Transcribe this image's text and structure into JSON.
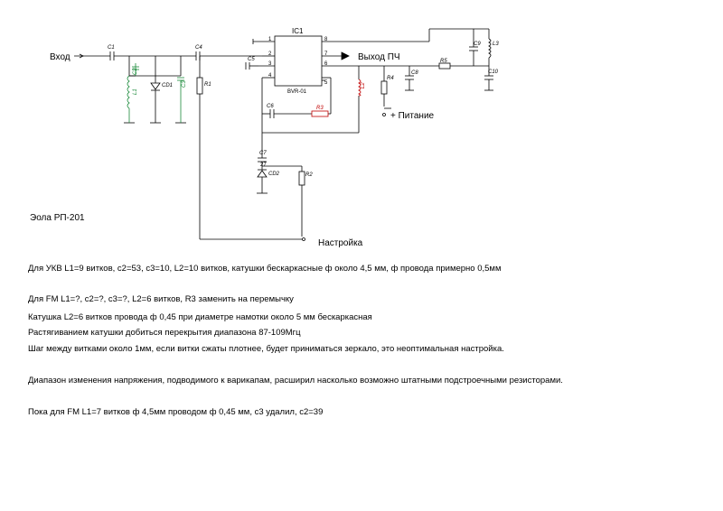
{
  "schematic": {
    "title": "Эола РП-201",
    "input_label": "Вход",
    "output_label": "Выход ПЧ",
    "power_label": "+ Питание",
    "tuning_label": "Настройка",
    "ic_label": "IC1",
    "ic_part": "BVR-01",
    "ic_pins": [
      "1",
      "2",
      "3",
      "4",
      "5",
      "6",
      "7",
      "8"
    ],
    "components": {
      "c1": "C1",
      "c2": "C2",
      "c3": "C3",
      "c4": "C4",
      "c5": "C5",
      "c6": "C6",
      "c7": "C7",
      "c7_value": "27",
      "c8": "C8",
      "c9": "C9",
      "c10": "C10",
      "cd1": "CD1",
      "cd2": "CD2",
      "l1": "L1",
      "l2": "L2",
      "l3": "L3",
      "r1": "R1",
      "r2": "R2",
      "r3": "R3",
      "r4": "R4",
      "r5": "R5"
    },
    "colors": {
      "line": "#000000",
      "highlight_red": "#c00000",
      "highlight_green": "#1a8a3a"
    }
  },
  "notes": [
    "Для УКВ  L1=9 витков,  с2=53,  с3=10,  L2=10 витков, катушки бескаркасные ф около 4,5 мм, ф провода примерно 0,5мм",
    "Для FM L1=?, с2=?, с3=?, L2=6 витков, R3 заменить на перемычку",
    "Катушка L2=6 витков провода ф 0,45 при диаметре намотки около 5 мм бескаркасная",
    "Растягиванием катушки добиться перекрытия диапазона 87-109Мгц",
    "Шаг между витками около 1мм, если витки сжаты плотнее, будет приниматься зеркало, это неоптимальная настройка.",
    "Диапазон изменения напряжения, подводимого к варикапам, расширил насколько возможно штатными подстроечными резисторами.",
    "Пока для FM L1=7 витков ф 4,5мм проводом ф 0,45 мм, с3 удалил, с2=39"
  ]
}
